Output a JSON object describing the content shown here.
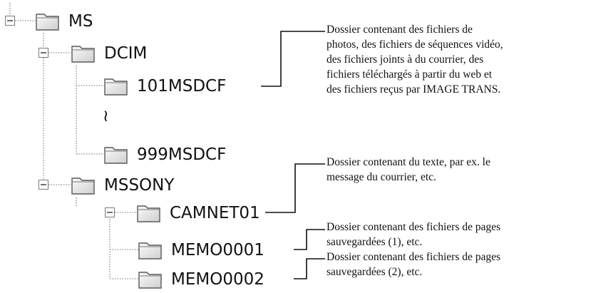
{
  "tree": {
    "root": "MS",
    "dcim": "DCIM",
    "dcim_first": "101MSDCF",
    "gap_symbol": "≀",
    "dcim_last": "999MSDCF",
    "mssony": "MSSONY",
    "camnet": "CAMNET01",
    "memo1": "MEMO0001",
    "memo2": "MEMO0002"
  },
  "annotations": {
    "dcim_folders": "Dossier contenant des fichiers de\nphotos, des fichiers de séquences vidéo,\ndes fichiers joints à du courrier, des\nfichiers téléchargés à partir du web et\ndes fichiers reçus par IMAGE TRANS.",
    "camnet": "Dossier contenant du texte, par ex. le\nmessage du courrier, etc.",
    "memo1": "Dossier contenant des fichiers de pages\nsauvegardées (1), etc.",
    "memo2": "Dossier contenant des fichiers de pages\nsauvegardées (2), etc."
  },
  "colors": {
    "folder_fill": "#ececec",
    "folder_stroke": "#5a5a5a",
    "tree_lines": "#8a8a8a",
    "text": "#111111"
  }
}
